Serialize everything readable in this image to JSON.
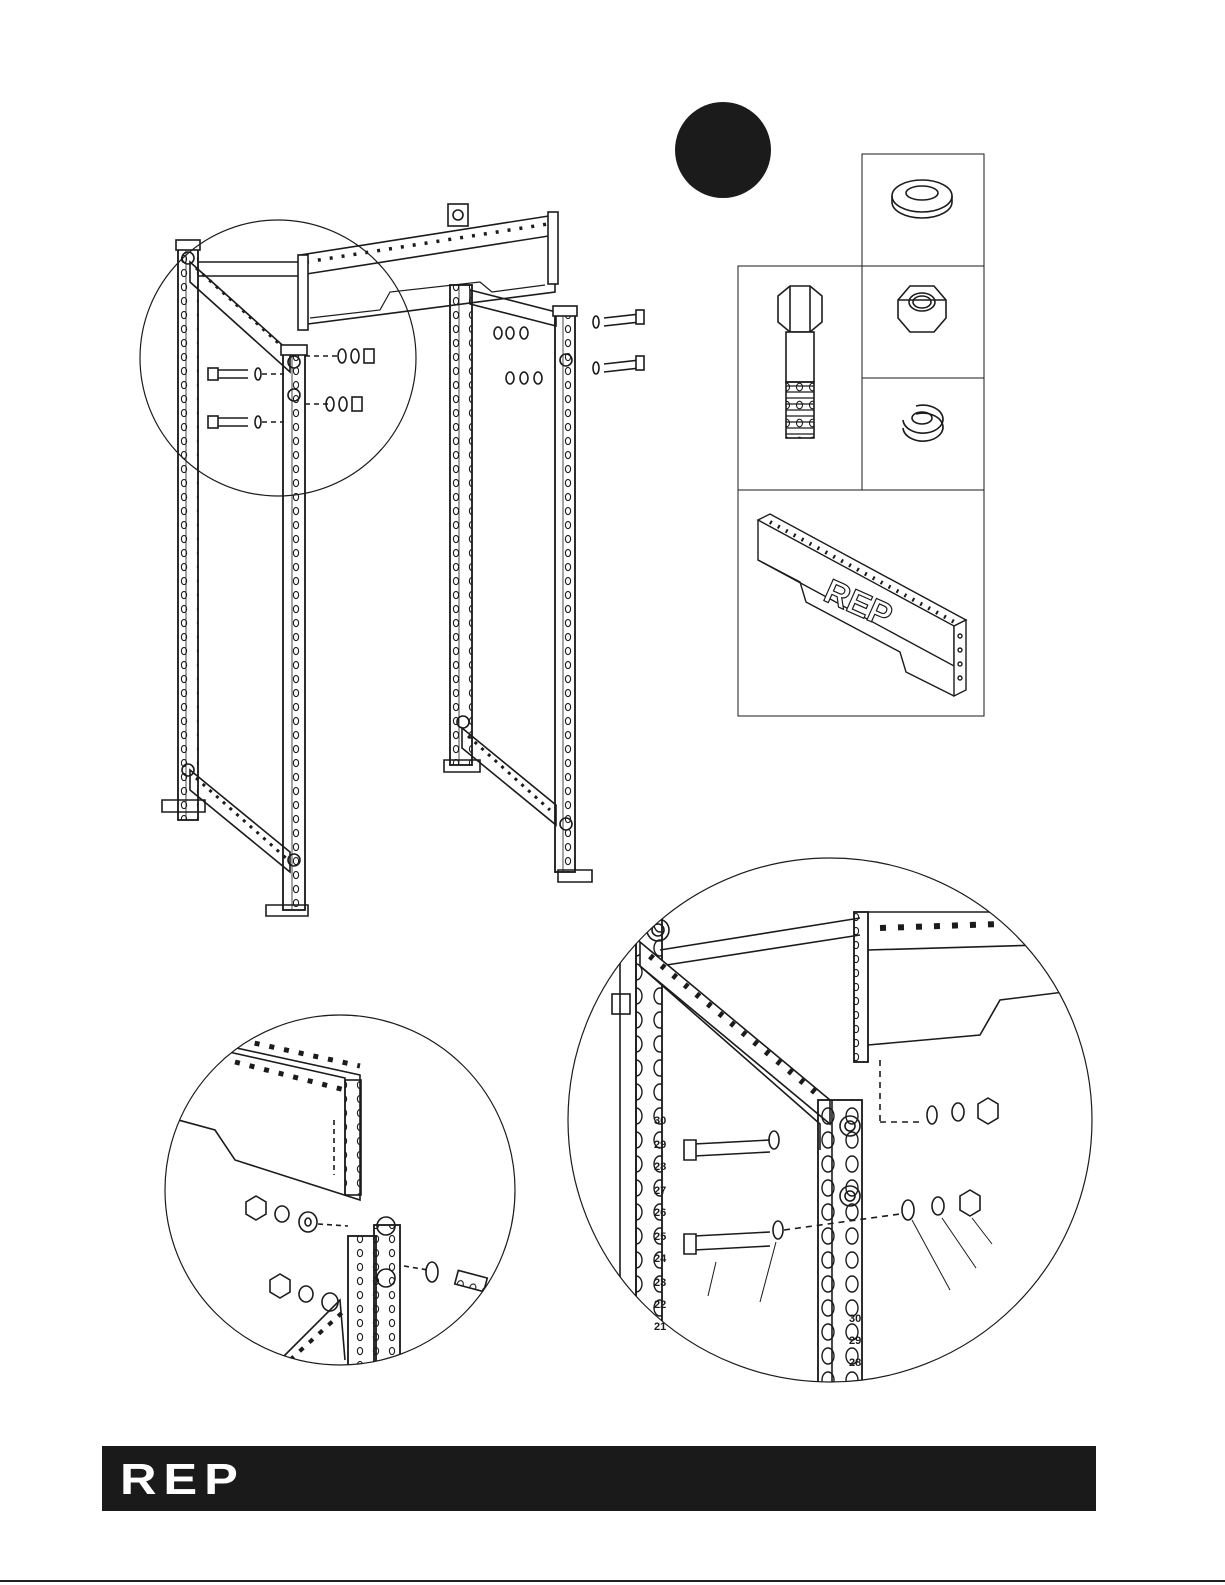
{
  "step": {
    "number": ""
  },
  "brand": {
    "logo_text": "REP"
  },
  "hardware_panel": {
    "items": [
      {
        "icon": "flat-washer-icon"
      },
      {
        "icon": "hex-bolt-icon"
      },
      {
        "icon": "hex-nut-icon"
      },
      {
        "icon": "lock-washer-icon"
      },
      {
        "icon": "crossmember-icon",
        "logo_text": "REP"
      }
    ]
  },
  "hole_numbers": {
    "left_column": [
      "30",
      "29",
      "28",
      "27",
      "26",
      "25",
      "24",
      "23",
      "22",
      "21"
    ],
    "right_column": [
      "30",
      "29",
      "28"
    ]
  },
  "colors": {
    "ink": "#1b1b1b",
    "paper": "#ffffff",
    "footer": "#1a1a1a"
  }
}
